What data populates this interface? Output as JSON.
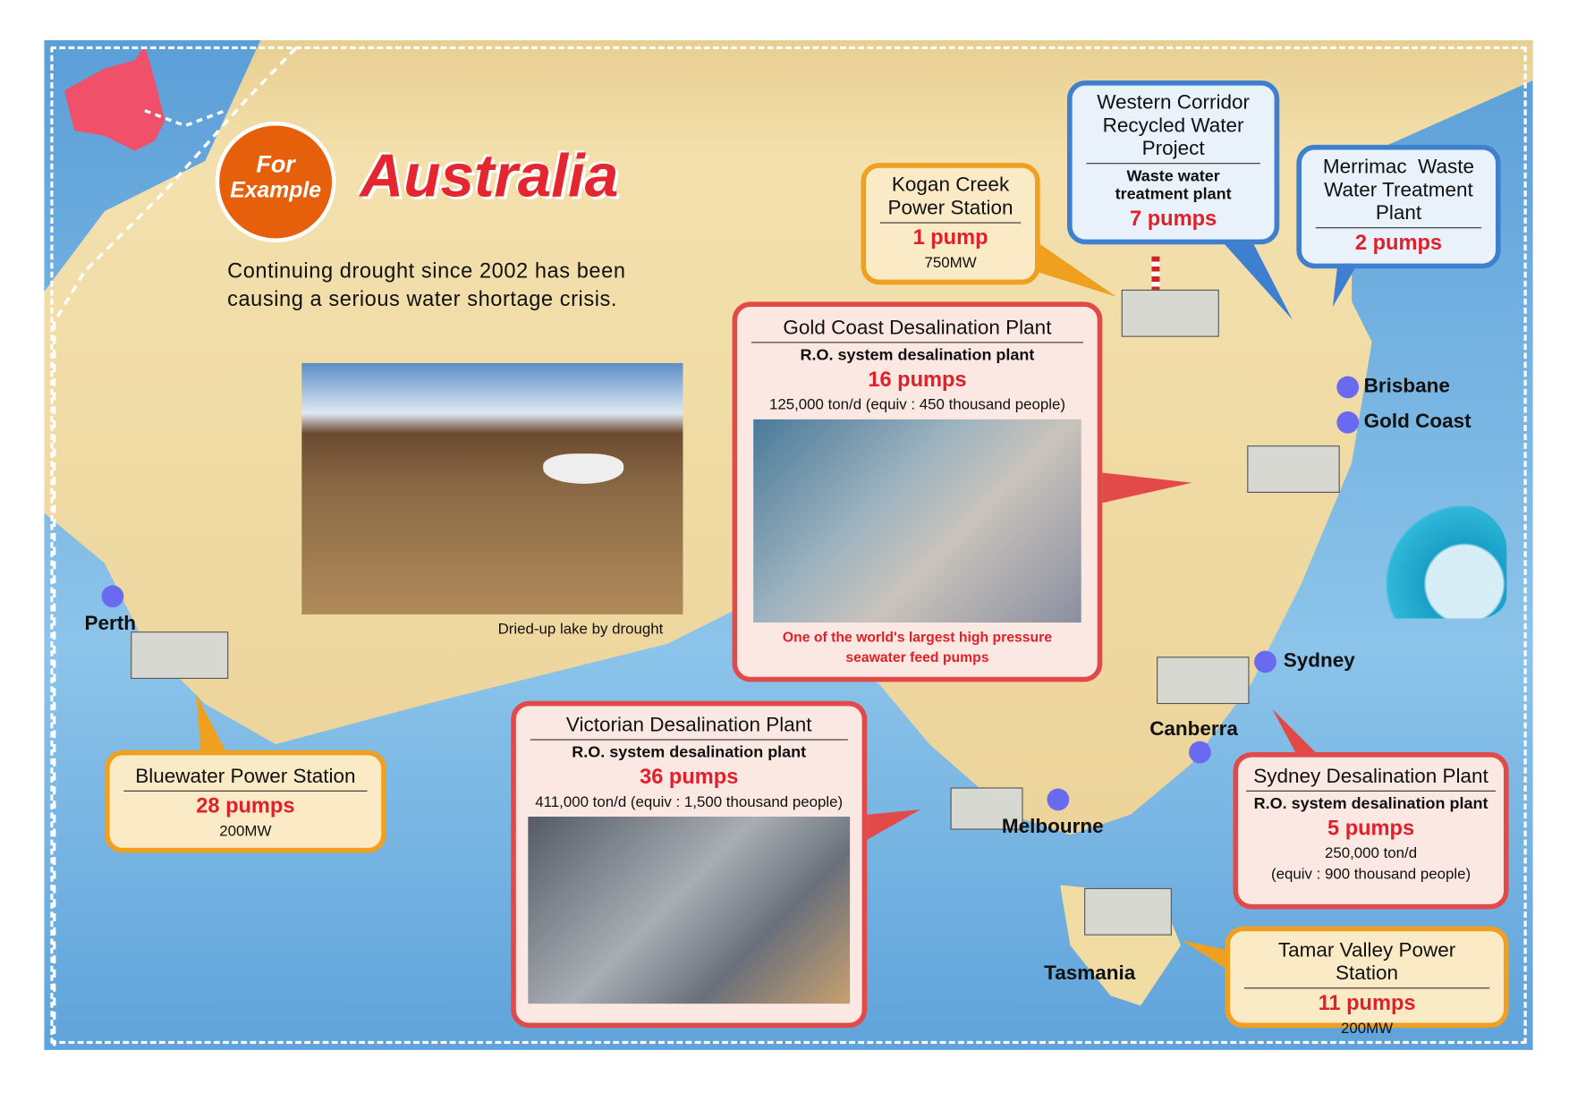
{
  "badge": {
    "line1": "For",
    "line2": "Example"
  },
  "title": "Australia",
  "description": {
    "line1": "Continuing drought since 2002 has been",
    "line2": "causing a serious water shortage crisis."
  },
  "photo_caption": "Dried-up lake by drought",
  "cities": {
    "perth": "Perth",
    "brisbane": "Brisbane",
    "gold_coast": "Gold Coast",
    "sydney": "Sydney",
    "canberra": "Canberra",
    "melbourne": "Melbourne",
    "tasmania": "Tasmania"
  },
  "plants": {
    "kogan": {
      "title1": "Kogan Creek",
      "title2": "Power Station",
      "pumps": "1 pump",
      "detail": "750MW"
    },
    "western": {
      "title1": "Western Corridor",
      "title2": "Recycled Water",
      "title3": "Project",
      "sub1": "Waste water",
      "sub2": "treatment plant",
      "pumps": "7 pumps"
    },
    "merrimac": {
      "title1": "Merrimac  Waste",
      "title2": "Water Treatment",
      "title3": "Plant",
      "pumps": "2 pumps"
    },
    "gold_coast": {
      "title": "Gold Coast Desalination Plant",
      "sub": "R.O. system desalination plant",
      "pumps": "16 pumps",
      "detail": "125,000 ton/d (equiv : 450 thousand people)",
      "note1": "One of the world's largest high pressure",
      "note2": "seawater feed pumps"
    },
    "victorian": {
      "title": "Victorian Desalination Plant",
      "sub": "R.O. system desalination plant",
      "pumps": "36 pumps",
      "detail": "411,000 ton/d (equiv : 1,500 thousand people)"
    },
    "bluewater": {
      "title": "Bluewater Power Station",
      "pumps": "28 pumps",
      "detail": "200MW"
    },
    "sydney": {
      "title": "Sydney Desalination Plant",
      "sub": "R.O. system desalination plant",
      "pumps": "5 pumps",
      "detail1": "250,000 ton/d",
      "detail2": "(equiv : 900 thousand people)"
    },
    "tamar": {
      "title": "Tamar Valley Power Station",
      "pumps": "11 pumps",
      "detail": "200MW"
    }
  },
  "colors": {
    "sea": "#5b9fd8",
    "land": "#f1dca4",
    "accent_red": "#e0202a",
    "orange": "#f0a020",
    "blue": "#3f7fd0"
  }
}
